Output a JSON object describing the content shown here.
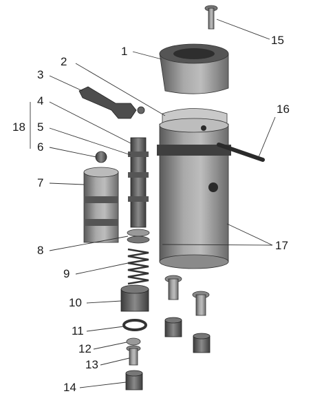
{
  "callouts": {
    "c1": "1",
    "c2": "2",
    "c3": "3",
    "c4": "4",
    "c5": "5",
    "c6": "6",
    "c7": "7",
    "c8": "8",
    "c9": "9",
    "c10": "10",
    "c11": "11",
    "c12": "12",
    "c13": "13",
    "c14": "14",
    "c15": "15",
    "c16": "16",
    "c17": "17",
    "c18": "18"
  },
  "colors": {
    "part_dark": "#4a4a4a",
    "part_mid": "#8c8c8c",
    "part_light": "#c8c8c8",
    "line": "#222222"
  }
}
